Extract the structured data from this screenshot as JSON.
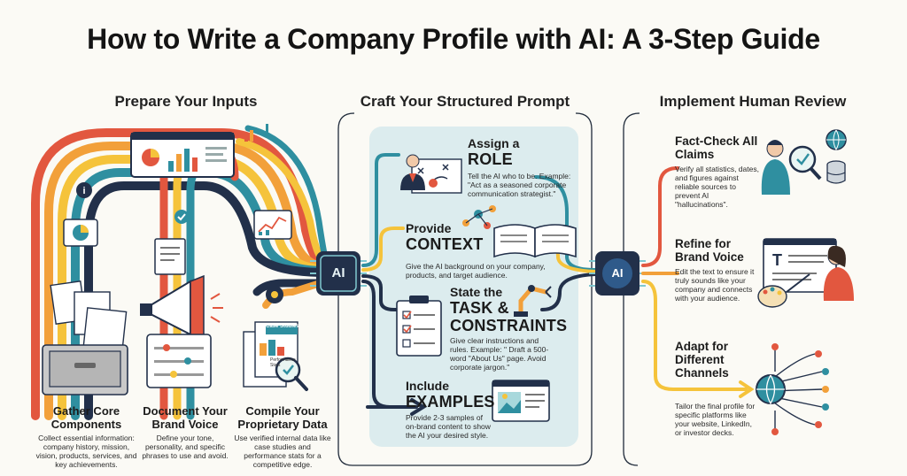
{
  "title": "How to Write a Company Profile with AI: A 3-Step Guide",
  "columns": {
    "left": "Prepare Your Inputs",
    "middle": "Craft Your Structured Prompt",
    "right": "Implement Human Review"
  },
  "hub_label": "AI",
  "inputs": [
    {
      "title": "Gather Core Components",
      "text": "Collect essential information: company history, mission, vision, products, services, and key achievements."
    },
    {
      "title": "Document Your Brand Voice",
      "text": "Define your tone, personality, and specific phrases to use and avoid."
    },
    {
      "title": "Compile Your Proprietary Data",
      "text": "Use verified internal data like case studies and performance stats for a competitive edge."
    }
  ],
  "data_doc": {
    "label1": "Case Studies",
    "label2": "Performance Stats"
  },
  "prompt_steps": [
    {
      "pre": "Assign a",
      "big": "ROLE",
      "text": "Tell the AI who to be. Example: \"Act as a seasoned corporate communication strategist.\""
    },
    {
      "pre": "Provide",
      "big": "CONTEXT",
      "text": "Give the AI background on your company, products, and target audience."
    },
    {
      "pre": "State the",
      "big": "TASK & CONSTRAINTS",
      "text": "Give clear instructions and rules. Example: \" Draft a 500-word \"About Us\" page. Avoid corporate jargon.\""
    },
    {
      "pre": "Include",
      "big": "EXAMPLES",
      "text": "Provide 2-3 samples of on-brand content to show the AI your desired style."
    }
  ],
  "review_steps": [
    {
      "title": "Fact-Check All Claims",
      "text": "Verify all statistics, dates, and figures against reliable sources to prevent AI \"hallucinations\"."
    },
    {
      "title": "Refine for Brand Voice",
      "text": "Edit the text to ensure it truly sounds like your company and connects with your audience."
    },
    {
      "title": "Adapt for Different Channels",
      "text": "Tailor the final profile for specific platforms like your website, LinkedIn, or investor decks."
    }
  ],
  "colors": {
    "red": "#e2573f",
    "orange": "#f2a03a",
    "yellow": "#f5c33b",
    "teal": "#2f8fa0",
    "navy": "#22304a",
    "panel": "#dcecee"
  }
}
